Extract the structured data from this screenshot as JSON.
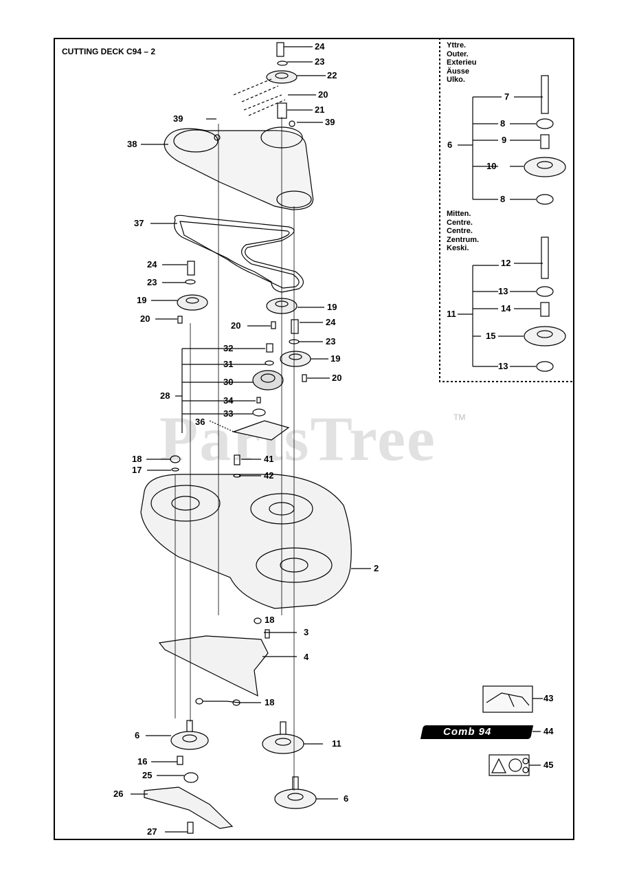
{
  "title": "CUTTING DECK C94 – 2",
  "watermark": "PartsTree",
  "watermark_mark": "TM",
  "decal_44_text": "Comb 94",
  "lang_outer": [
    "Yttre.",
    "Outer.",
    "Exterieu",
    "Äusse",
    "Ulko."
  ],
  "lang_center": [
    "Mitten.",
    "Centre.",
    "Centre.",
    "Zentrum.",
    "Keski."
  ],
  "callouts": [
    "24",
    "23",
    "22",
    "20",
    "21",
    "39",
    "39",
    "38",
    "37",
    "24",
    "23",
    "19",
    "20",
    "19",
    "20",
    "24",
    "23",
    "19",
    "20",
    "32",
    "31",
    "30",
    "28",
    "34",
    "33",
    "36",
    "18",
    "41",
    "17",
    "42",
    "2",
    "18",
    "3",
    "4",
    "18",
    "6",
    "16",
    "25",
    "26",
    "27",
    "11",
    "6",
    "43",
    "44",
    "45",
    "7",
    "8",
    "6",
    "9",
    "10",
    "8",
    "12",
    "13",
    "11",
    "14",
    "15",
    "13"
  ]
}
